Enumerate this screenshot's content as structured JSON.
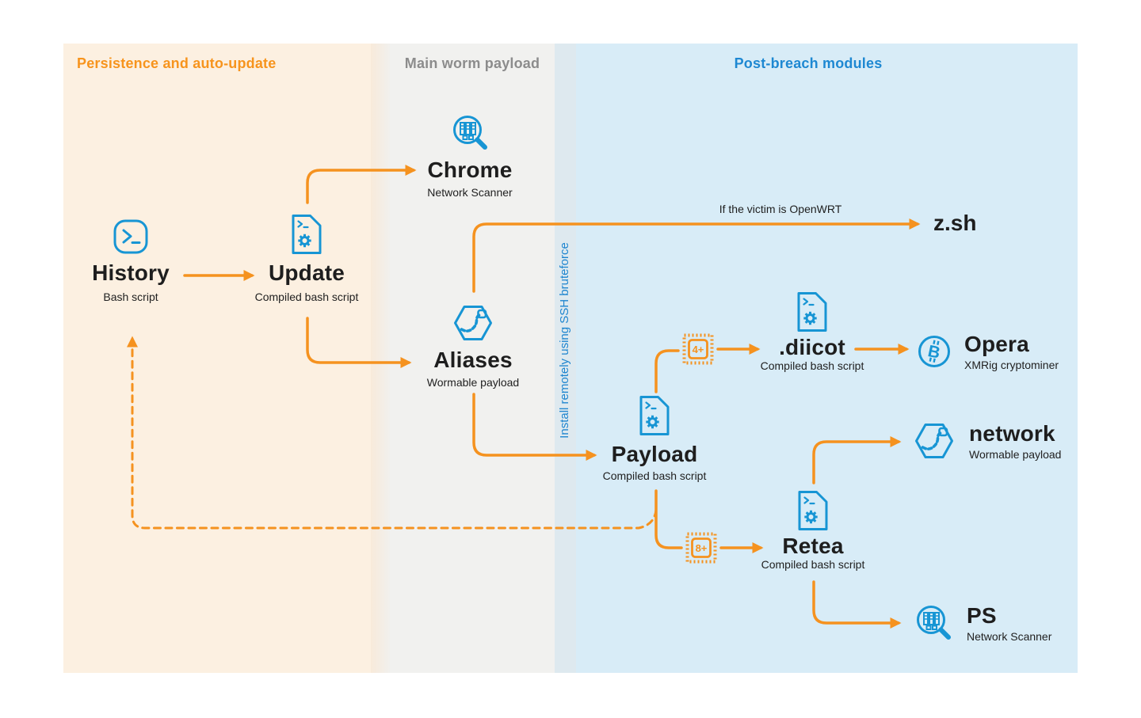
{
  "columns": {
    "persistence": {
      "label": "Persistence and auto-update"
    },
    "worm": {
      "label": "Main worm payload"
    },
    "postbreach": {
      "label": "Post-breach modules"
    }
  },
  "divider": {
    "label": "Install remotely using SSH bruteforce"
  },
  "nodes": {
    "history": {
      "title": "History",
      "subtitle": "Bash script",
      "icon": "terminal-icon"
    },
    "update": {
      "title": "Update",
      "subtitle": "Compiled bash script",
      "icon": "script-file-icon"
    },
    "chrome": {
      "title": "Chrome",
      "subtitle": "Network Scanner",
      "icon": "network-scanner-icon"
    },
    "aliases": {
      "title": "Aliases",
      "subtitle": "Wormable payload",
      "icon": "worm-icon"
    },
    "zsh": {
      "title": "z.sh"
    },
    "payload": {
      "title": "Payload",
      "subtitle": "Compiled bash script",
      "icon": "script-file-icon"
    },
    "diicot": {
      "title": ".diicot",
      "subtitle": "Compiled bash script",
      "icon": "script-file-icon"
    },
    "opera": {
      "title": "Opera",
      "subtitle": "XMRig cryptominer",
      "icon": "bitcoin-icon"
    },
    "retea": {
      "title": "Retea",
      "subtitle": "Compiled bash script",
      "icon": "script-file-icon"
    },
    "network": {
      "title": "network",
      "subtitle": "Wormable payload",
      "icon": "worm-icon"
    },
    "ps": {
      "title": "PS",
      "subtitle": "Network Scanner",
      "icon": "network-scanner-icon"
    }
  },
  "badges": {
    "chip4": {
      "label": "4+"
    },
    "chip8": {
      "label": "8+"
    }
  },
  "edge_labels": {
    "openwrt": {
      "label": "If the victim is OpenWRT"
    }
  },
  "colors": {
    "arrow": "#F5921F",
    "icon_blue": "#1795D4",
    "header_orange": "#F7941D",
    "header_gray": "#8C8C8C",
    "header_blue": "#1E88D2",
    "panel_peach": "#FCF0E1",
    "panel_gray": "#F1F1EF",
    "panel_blue": "#D8ECF7",
    "divider_band": "#DEE9EF",
    "text": "#1E1E1E"
  }
}
